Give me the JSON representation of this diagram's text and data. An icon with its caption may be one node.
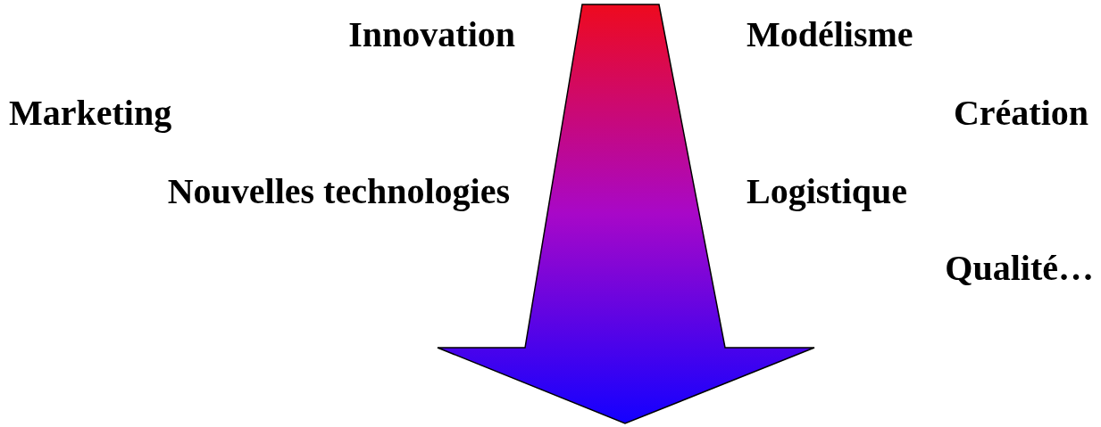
{
  "diagram": {
    "labels": [
      "Innovation",
      "Modélisme",
      "Marketing",
      "Création",
      "Nouvelles technologies",
      "Logistique",
      "Qualité…"
    ]
  }
}
